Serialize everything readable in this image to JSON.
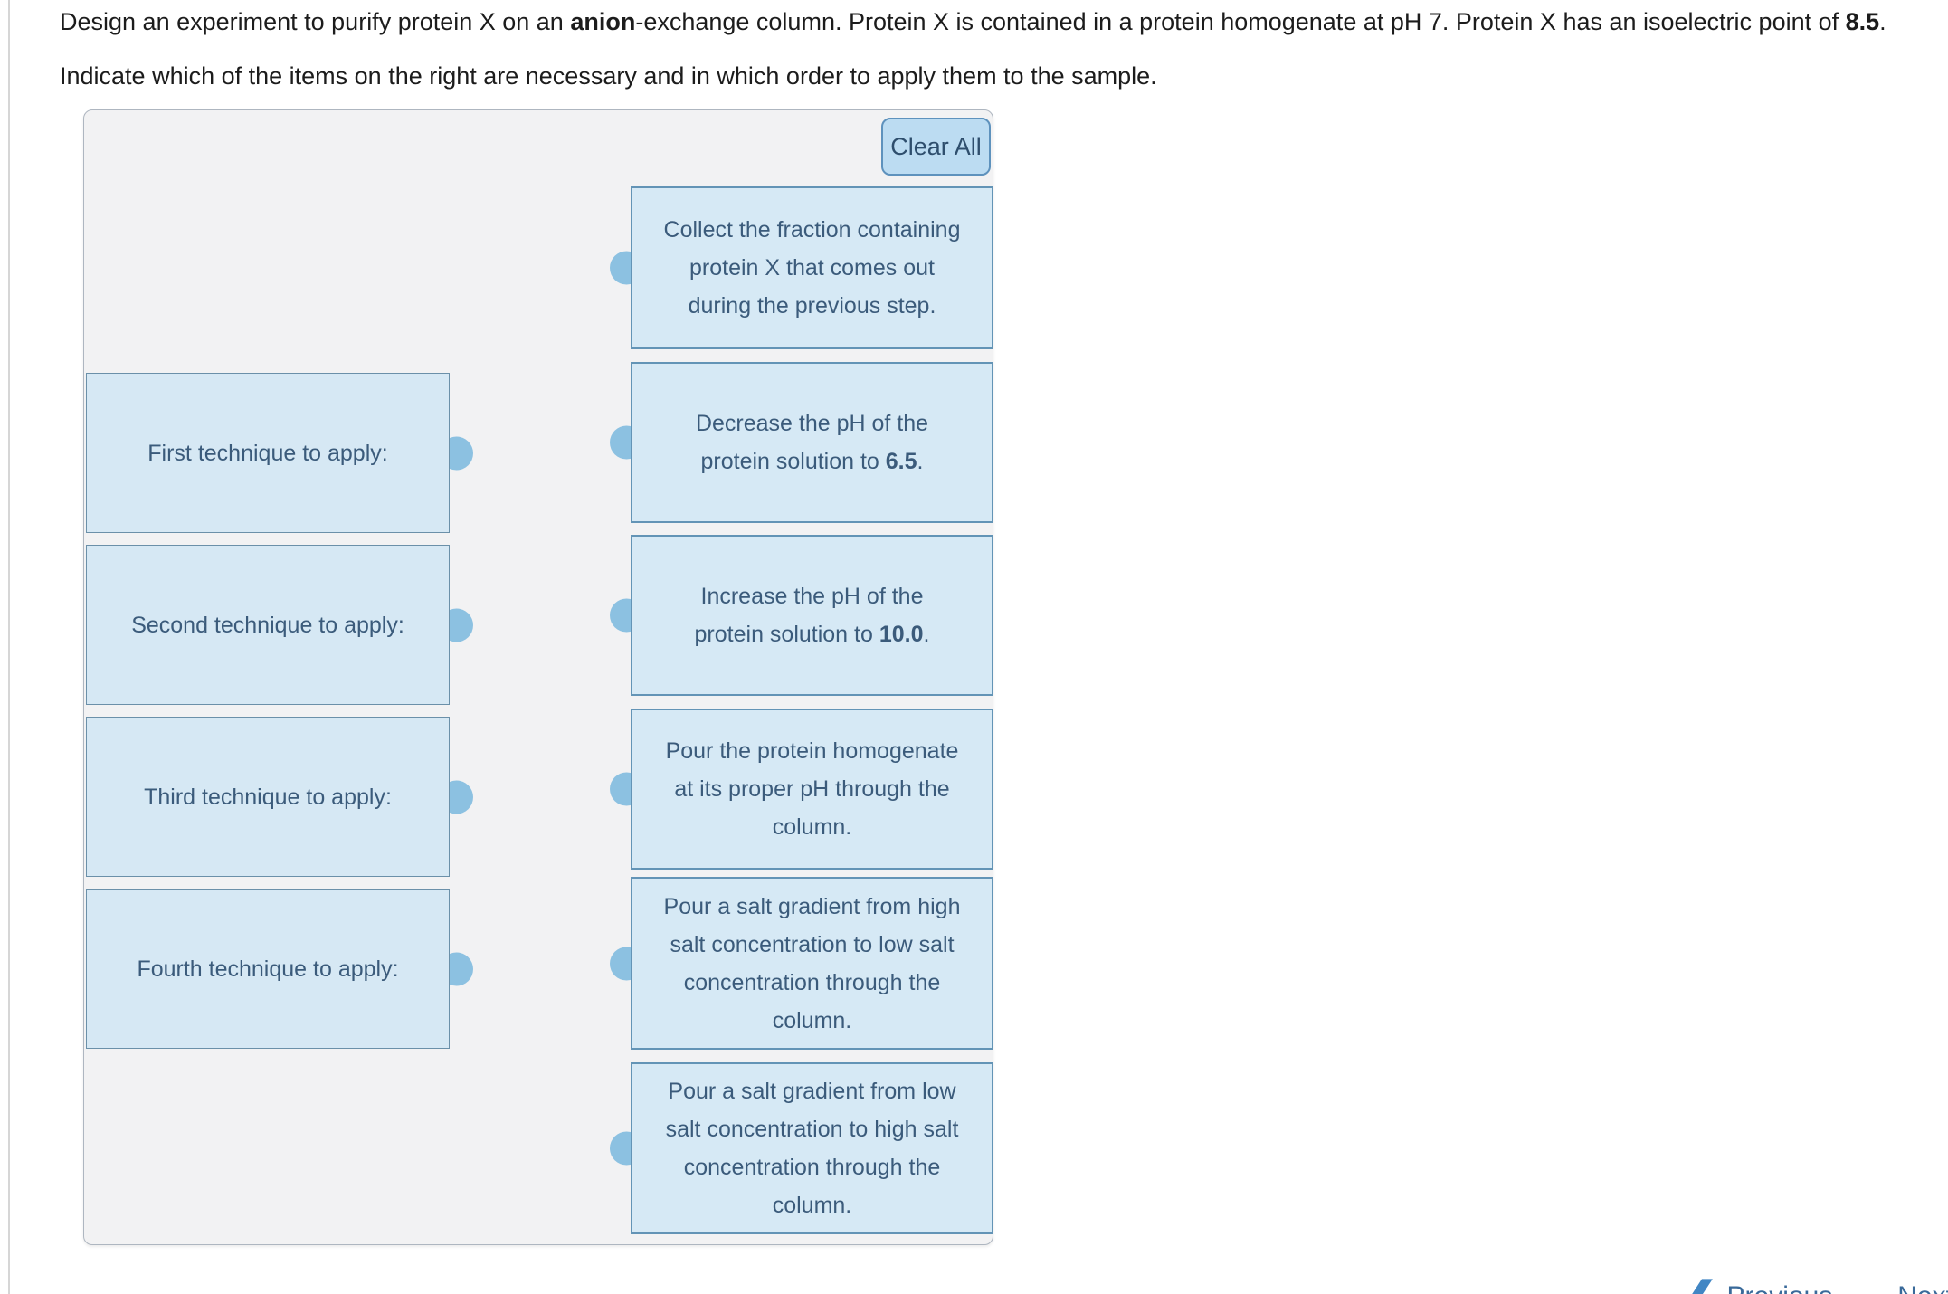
{
  "question": {
    "line1": [
      {
        "text": "Design an experiment to purify protein X on an "
      },
      {
        "text": "anion",
        "bold": true
      },
      {
        "text": "-exchange column. Protein X is contained in a protein homogenate at pH 7. Protein X has an isoelectric point of "
      },
      {
        "text": "8.5",
        "bold": true
      },
      {
        "text": "."
      }
    ],
    "line2": [
      {
        "text": "Indicate which of the items on the right are necessary and in which order to apply them to the sample."
      }
    ]
  },
  "panel": {
    "clear_all_label": "Clear All"
  },
  "slots": [
    {
      "label": "First technique to apply:"
    },
    {
      "label": "Second technique to apply:"
    },
    {
      "label": "Third technique to apply:"
    },
    {
      "label": "Fourth technique to apply:"
    }
  ],
  "cards": [
    {
      "segments": [
        {
          "text": "Collect the fraction containing",
          "break": true
        },
        {
          "text": "protein X that comes out",
          "break": true
        },
        {
          "text": "during the previous step."
        }
      ]
    },
    {
      "segments": [
        {
          "text": "Decrease the pH of the",
          "break": true
        },
        {
          "text": "protein solution to "
        },
        {
          "text": "6.5",
          "bold": true
        },
        {
          "text": "."
        }
      ]
    },
    {
      "segments": [
        {
          "text": "Increase the pH of the",
          "break": true
        },
        {
          "text": "protein solution to "
        },
        {
          "text": "10.0",
          "bold": true
        },
        {
          "text": "."
        }
      ]
    },
    {
      "segments": [
        {
          "text": "Pour the protein homogenate",
          "break": true
        },
        {
          "text": "at its proper pH through the",
          "break": true
        },
        {
          "text": "column."
        }
      ]
    },
    {
      "segments": [
        {
          "text": "Pour a salt gradient from high",
          "break": true
        },
        {
          "text": "salt concentration to low salt",
          "break": true
        },
        {
          "text": "concentration through the",
          "break": true
        },
        {
          "text": "column."
        }
      ]
    },
    {
      "segments": [
        {
          "text": "Pour a salt gradient from low",
          "break": true
        },
        {
          "text": "salt concentration to high salt",
          "break": true
        },
        {
          "text": "concentration through the",
          "break": true
        },
        {
          "text": "column."
        }
      ]
    }
  ],
  "pager": {
    "prev_icon": "❮",
    "previous_label": "Previous",
    "next_label": "Next",
    "next_icon": "❯"
  },
  "colors": {
    "card_fill": "#d6e9f5",
    "card_border": "#6394b6",
    "slot_fill": "#d6e8f4",
    "panel_fill": "#f2f2f3",
    "connector_circle": "#8cc1e1",
    "clear_all_fill": "#bcdcf2",
    "text_blue": "#3b5b7b",
    "pager_accent": "#4186c4"
  }
}
